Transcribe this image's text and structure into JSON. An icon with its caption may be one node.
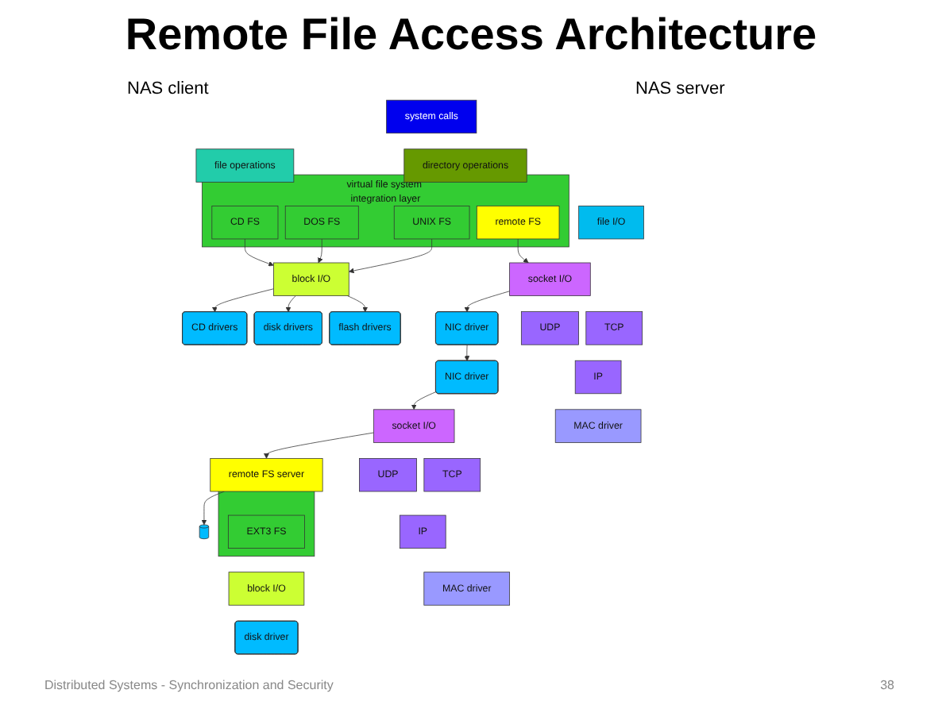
{
  "diagram": {
    "title": "Remote File Access Architecture",
    "caption": "Distributed Systems - Synchronization and Security",
    "nodes": [
      {
        "text": [
          "system calls"
        ]
      },
      {
        "text": [
          "file operations"
        ]
      },
      {
        "text": [
          "directory operations"
        ]
      },
      {
        "text": [
          "file I/O"
        ]
      },
      {
        "text": [
          "virtual file system integration layer"
        ]
      },
      {
        "text": [
          "CD FS"
        ],
        "in": 4
      },
      {
        "text": [
          "DOS FS"
        ],
        "in": 4
      },
      {
        "text": [
          "UNIX FS"
        ],
        "in": 4
      },
      {
        "text": [
          "remote FS"
        ],
        "in": 4
      },
      {
        "text": [
          "socket I/O"
        ]
      },
      {
        "text": [
          "UDP"
        ]
      },
      {
        "text": [
          "TCP"
        ]
      },
      {
        "text": [
          "IP"
        ]
      },
      {
        "text": [
          "MAC driver"
        ]
      },
      {
        "text": [
          "block I/O"
        ]
      },
      {
        "text": [
          "CD drivers"
        ]
      },
      {
        "text": [
          "disk drivers"
        ]
      },
      {
        "text": [
          "flash drivers"
        ]
      },
      {
        "text": [
          "NIC driver"
        ]
      },
      {
        "text": [
          "remote FS server"
        ]
      },
      {
        "text": [
          "socket I/O"
        ]
      },
      {
        "text": [
          "UDP"
        ]
      },
      {
        "text": [
          "TCP"
        ]
      },
      {
        "text": [
          "IP"
        ]
      },
      {
        "text": [
          "MAC driver"
        ]
      },
      {
        "text": [
          "NIC driver"
        ]
      },
      {
        "text": [],
        "shape": "box"
      },
      {
        "text": [
          "EXT3 FS"
        ],
        "in": 26
      },
      {
        "text": [
          "block I/O"
        ]
      },
      {
        "text": [
          "disk driver"
        ]
      },
      {
        "text": [],
        "shape": "cylinder"
      }
    ],
    "edges": [
      {
        "from": 5,
        "to": 14,
        "arrow": "to"
      },
      {
        "from": 6,
        "to": 14,
        "arrow": "to"
      },
      {
        "from": 7,
        "to": 14,
        "arrow": "to"
      },
      {
        "from": 14,
        "to": 15,
        "arrow": "to"
      },
      {
        "from": 14,
        "to": 16,
        "arrow": "to"
      },
      {
        "from": 14,
        "to": 17,
        "arrow": "to"
      },
      {
        "from": 8,
        "to": 9,
        "arrow": "to"
      },
      {
        "from": 9,
        "to": 18,
        "arrow": "to"
      },
      {
        "from": 18,
        "to": 25,
        "arrow": "to"
      },
      {
        "from": 25,
        "to": 20,
        "arrow": "to"
      },
      {
        "from": 20,
        "to": 19,
        "arrow": "to"
      },
      {
        "from": 19,
        "to": 30,
        "arrow": "to"
      }
    ],
    "labels": [
      "NAS client",
      "NAS server",
      "38"
    ]
  }
}
